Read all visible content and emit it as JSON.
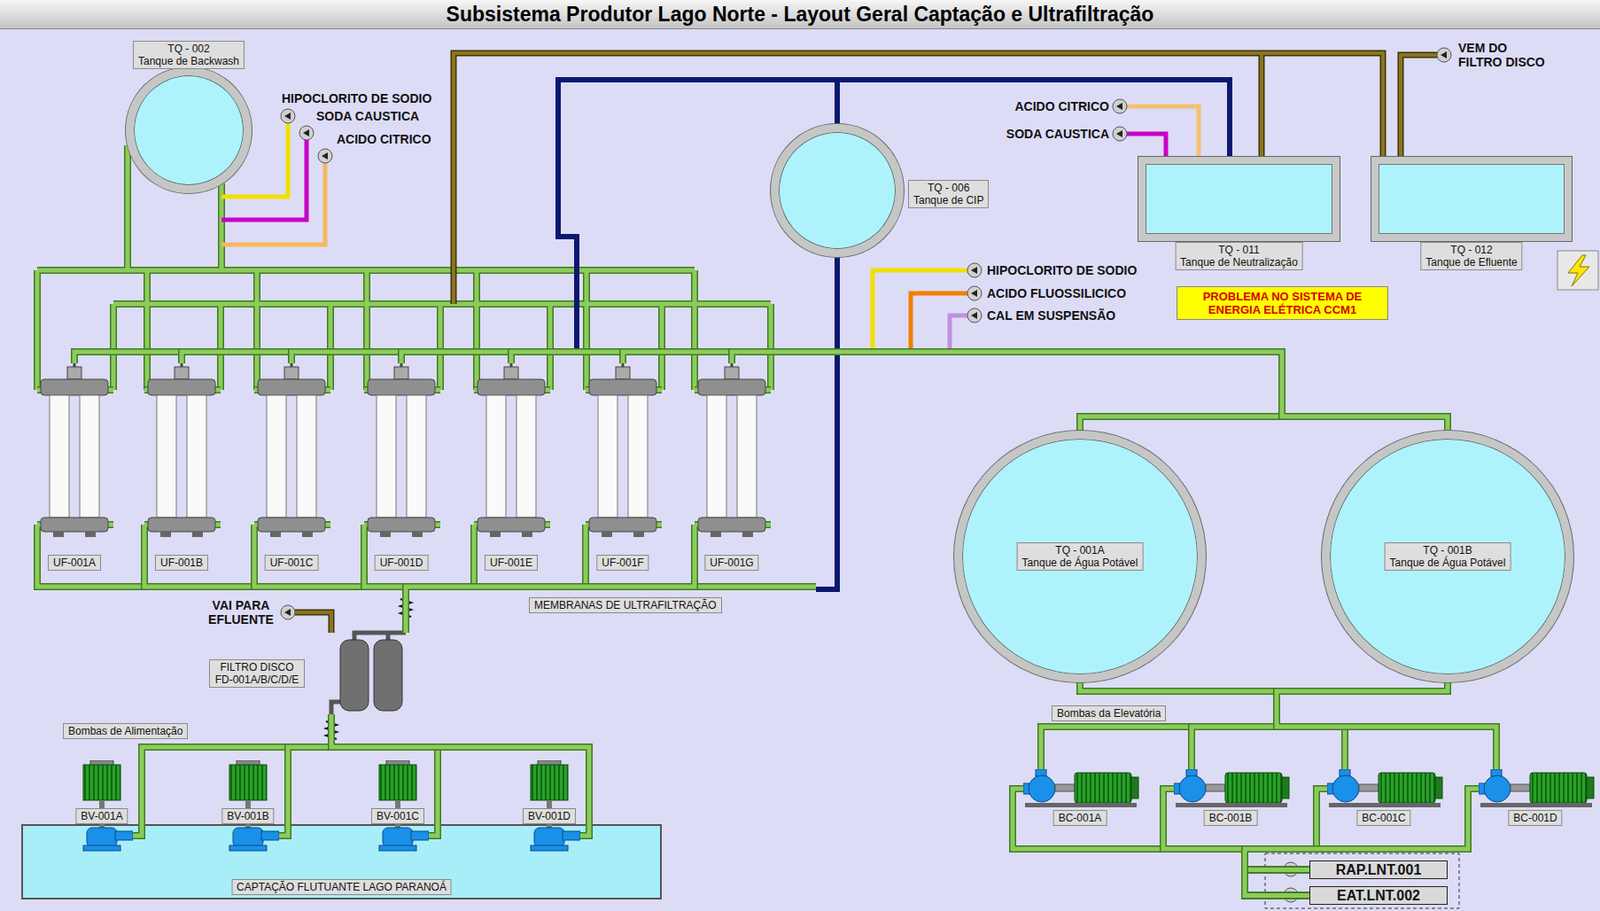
{
  "diagram": {
    "title": "Subsistema Produtor Lago Norte - Layout Geral Captação e Ultrafiltração",
    "nodes": [
      {
        "text": [
          "TQ - 002",
          "Tanque de Backwash"
        ]
      },
      {
        "text": [
          "TQ - 006",
          "Tanque de CIP"
        ]
      },
      {
        "text": [
          "TQ - 011",
          "Tanque de Neutralização"
        ]
      },
      {
        "text": [
          "TQ - 012",
          "Tanque de Efluente"
        ]
      },
      {
        "text": [
          "PROBLEMA NO SISTEMA DE ENERGIA ELÉTRICA CCM1"
        ]
      },
      {
        "text": [
          "UF-001A"
        ]
      },
      {
        "text": [
          "UF-001B"
        ]
      },
      {
        "text": [
          "UF-001C"
        ]
      },
      {
        "text": [
          "UF-001D"
        ]
      },
      {
        "text": [
          "UF-001E"
        ]
      },
      {
        "text": [
          "UF-001F"
        ]
      },
      {
        "text": [
          "UF-001G"
        ]
      },
      {
        "text": [
          "FILTRO DISCO FD-001A/B/C/D/E"
        ]
      },
      {
        "text": [
          "TQ - 001A",
          "Tanque de Água Potável"
        ]
      },
      {
        "text": [
          "TQ - 001B",
          "Tanque de Água Potável"
        ]
      },
      {
        "text": [
          "CAPTAÇÃO FLUTUANTE LAGO PARANOÁ"
        ]
      },
      {
        "text": [
          "BV-001A"
        ]
      },
      {
        "text": [
          "BV-001B"
        ]
      },
      {
        "text": [
          "BV-001C"
        ]
      },
      {
        "text": [
          "BV-001D"
        ]
      },
      {
        "text": [
          "BC-001A"
        ]
      },
      {
        "text": [
          "BC-001B"
        ]
      },
      {
        "text": [
          "BC-001C"
        ]
      },
      {
        "text": [
          "BC-001D"
        ]
      },
      {
        "text": [
          "RAP.LNT.001"
        ]
      },
      {
        "text": [
          "EAT.LNT.002"
        ]
      }
    ],
    "edges": [
      {
        "from": 16,
        "to": 12,
        "arrow": "none"
      },
      {
        "from": 17,
        "to": 12,
        "arrow": "none"
      },
      {
        "from": 18,
        "to": 12,
        "arrow": "none"
      },
      {
        "from": 19,
        "to": 12,
        "arrow": "none"
      },
      {
        "from": 12,
        "to": 5,
        "arrow": "none"
      },
      {
        "from": 12,
        "to": 6,
        "arrow": "none"
      },
      {
        "from": 12,
        "to": 7,
        "arrow": "none"
      },
      {
        "from": 12,
        "to": 8,
        "arrow": "none"
      },
      {
        "from": 12,
        "to": 9,
        "arrow": "none"
      },
      {
        "from": 12,
        "to": 10,
        "arrow": "none"
      },
      {
        "from": 12,
        "to": 11,
        "arrow": "none"
      },
      {
        "from": 5,
        "to": 13,
        "arrow": "none"
      },
      {
        "from": 6,
        "to": 13,
        "arrow": "none"
      },
      {
        "from": 7,
        "to": 13,
        "arrow": "none"
      },
      {
        "from": 8,
        "to": 13,
        "arrow": "none"
      },
      {
        "from": 9,
        "to": 13,
        "arrow": "none"
      },
      {
        "from": 10,
        "to": 13,
        "arrow": "none"
      },
      {
        "from": 11,
        "to": 13,
        "arrow": "none"
      },
      {
        "from": 5,
        "to": 14,
        "arrow": "none"
      },
      {
        "from": 6,
        "to": 14,
        "arrow": "none"
      },
      {
        "from": 7,
        "to": 14,
        "arrow": "none"
      },
      {
        "from": 8,
        "to": 14,
        "arrow": "none"
      },
      {
        "from": 9,
        "to": 14,
        "arrow": "none"
      },
      {
        "from": 10,
        "to": 14,
        "arrow": "none"
      },
      {
        "from": 11,
        "to": 14,
        "arrow": "none"
      },
      {
        "from": 13,
        "to": 20,
        "arrow": "none"
      },
      {
        "from": 13,
        "to": 21,
        "arrow": "none"
      },
      {
        "from": 13,
        "to": 22,
        "arrow": "none"
      },
      {
        "from": 13,
        "to": 23,
        "arrow": "none"
      },
      {
        "from": 14,
        "to": 20,
        "arrow": "none"
      },
      {
        "from": 14,
        "to": 21,
        "arrow": "none"
      },
      {
        "from": 14,
        "to": 22,
        "arrow": "none"
      },
      {
        "from": 14,
        "to": 23,
        "arrow": "none"
      },
      {
        "from": 20,
        "to": 24,
        "arrow": "none"
      },
      {
        "from": 21,
        "to": 24,
        "arrow": "none"
      },
      {
        "from": 22,
        "to": 24,
        "arrow": "none"
      },
      {
        "from": 23,
        "to": 24,
        "arrow": "none"
      },
      {
        "from": 20,
        "to": 25,
        "arrow": "none"
      },
      {
        "from": 21,
        "to": 25,
        "arrow": "none"
      },
      {
        "from": 22,
        "to": 25,
        "arrow": "none"
      },
      {
        "from": 23,
        "to": 25,
        "arrow": "none"
      }
    ],
    "labels": [
      "HIPOCLORITO DE SODIO",
      "SODA CAUSTICA",
      "ACIDO CITRICO",
      "ACIDO CITRICO",
      "SODA CAUSTICA",
      "VEM DO FILTRO DISCO",
      "HIPOCLORITO DE SODIO",
      "ACIDO FLUOSSILICICO",
      "CAL EM SUSPENSÃO",
      "VAI PARA EFLUENTE",
      "MEMBRANAS DE ULTRAFILTRAÇÃO",
      "Bombas de Alimentação",
      "Bombas da Elevatória"
    ]
  }
}
